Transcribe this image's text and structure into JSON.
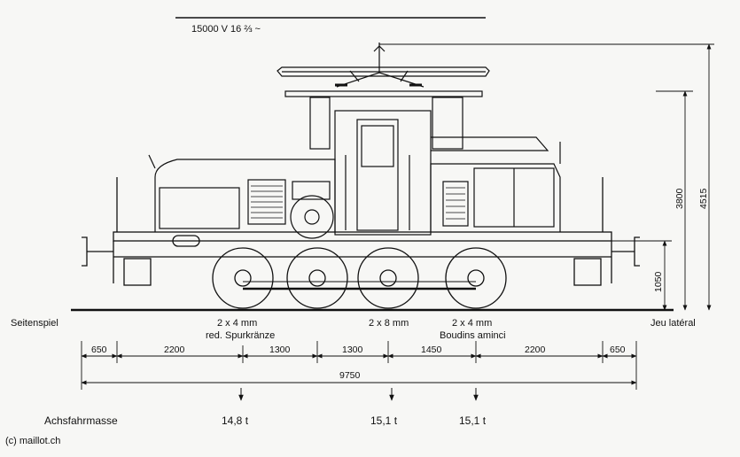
{
  "supply": "15000 V 16 ⅔ ~",
  "side_play": {
    "left_label": "Seitenspiel",
    "right_label": "Jeu latéral",
    "outer_play": "2 x 4 mm",
    "outer_note": "red. Spurkränze",
    "middle_play": "2 x 8 mm",
    "right_play": "2 x 4 mm",
    "right_note": "Boudins aminci"
  },
  "dimensions": {
    "segments": [
      "650",
      "2200",
      "1300",
      "1300",
      "1450",
      "2200",
      "650"
    ],
    "total": "9750",
    "height_total": "4515",
    "height_roof": "3800",
    "height_platform": "1050"
  },
  "axle_loads": {
    "label": "Achsfahrmasse",
    "values": [
      "14,8 t",
      "15,1 t",
      "15,1 t"
    ]
  },
  "copyright": "(c) maillot.ch",
  "colors": {
    "ink": "#111111",
    "paper": "#f7f7f5"
  }
}
